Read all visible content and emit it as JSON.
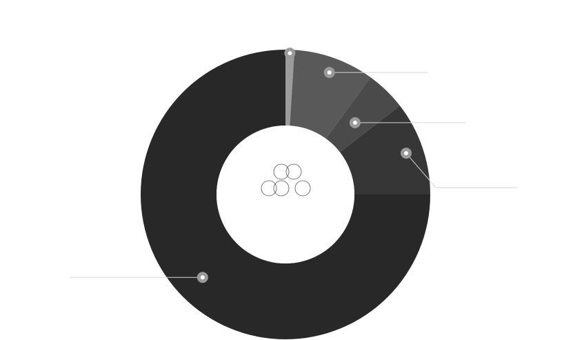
{
  "chart_data": {
    "type": "pie",
    "variant": "donut",
    "title": "",
    "legend": "none",
    "slices": [
      {
        "value": 1.0,
        "color": "#9c9c9c"
      },
      {
        "value": 9.0,
        "color": "#595959"
      },
      {
        "value": 4.5,
        "color": "#4a4a4a"
      },
      {
        "value": 10.5,
        "color": "#363636"
      },
      {
        "value": 75.0,
        "color": "#282828"
      }
    ]
  },
  "center": {
    "icon": "overlapping-circles-logo-icon"
  },
  "colors": {
    "background": "#ffffff",
    "leader_line": "#d6d6d6",
    "marker": "#9a9a9a"
  }
}
